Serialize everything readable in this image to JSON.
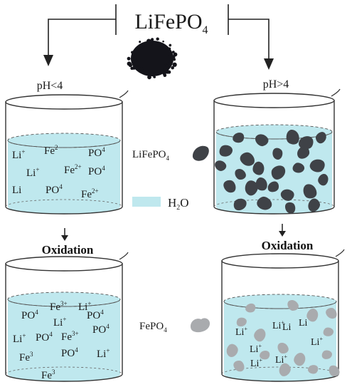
{
  "title": {
    "main": "LiFePO",
    "sub": "4"
  },
  "conditions": {
    "left": "pH<4",
    "right": "pH>4"
  },
  "process": {
    "left": "Oxidation",
    "right": "Oxidation"
  },
  "legend": {
    "particle_main": "LiFePO",
    "particle_sub": "4",
    "water_main": "H",
    "water_sub": "2",
    "water_tail": "O",
    "product_main": "FePO",
    "product_sub": "4"
  },
  "colors": {
    "water": "#bfe8ee",
    "beaker_outline": "#333333",
    "lifepo4_particle": "#3f4247",
    "fepo4_particle": "#a9abae",
    "powder": "#14141a"
  },
  "beaker_top_left_ions": [
    {
      "m": "Li",
      "s": "+"
    },
    {
      "m": "Fe",
      "s": "2"
    },
    {
      "m": "PO",
      "s": "4"
    },
    {
      "m": "Li",
      "s": "+"
    },
    {
      "m": "Fe",
      "s": "2+"
    },
    {
      "m": "PO",
      "s": "4"
    },
    {
      "m": "Li",
      "s": ""
    },
    {
      "m": "PO",
      "s": "4"
    },
    {
      "m": "Fe",
      "s": "2+"
    }
  ],
  "beaker_bottom_left_ions": [
    {
      "m": "Fe",
      "s": "3+"
    },
    {
      "m": "Li",
      "s": "+"
    },
    {
      "m": "PO",
      "s": "4"
    },
    {
      "m": "Li",
      "s": "+"
    },
    {
      "m": "PO",
      "s": "4"
    },
    {
      "m": "Li",
      "s": "+"
    },
    {
      "m": "PO",
      "s": "4"
    },
    {
      "m": "Fe",
      "s": "3+"
    },
    {
      "m": "PO",
      "s": "4"
    },
    {
      "m": "Fe",
      "s": "3"
    },
    {
      "m": "PO",
      "s": "4"
    },
    {
      "m": "Li",
      "s": "+"
    },
    {
      "m": "Fe",
      "s": "3"
    }
  ],
  "beaker_bottom_right_ions": [
    {
      "m": "Li",
      "s": "+"
    },
    {
      "m": "Li",
      "s": ""
    },
    {
      "m": "Li",
      "s": ""
    },
    {
      "m": "Li",
      "s": "+"
    },
    {
      "m": "Li",
      "s": "+"
    },
    {
      "m": "Li",
      "s": "+"
    },
    {
      "m": "Li",
      "s": "+"
    },
    {
      "m": "Li",
      "s": "+"
    }
  ]
}
